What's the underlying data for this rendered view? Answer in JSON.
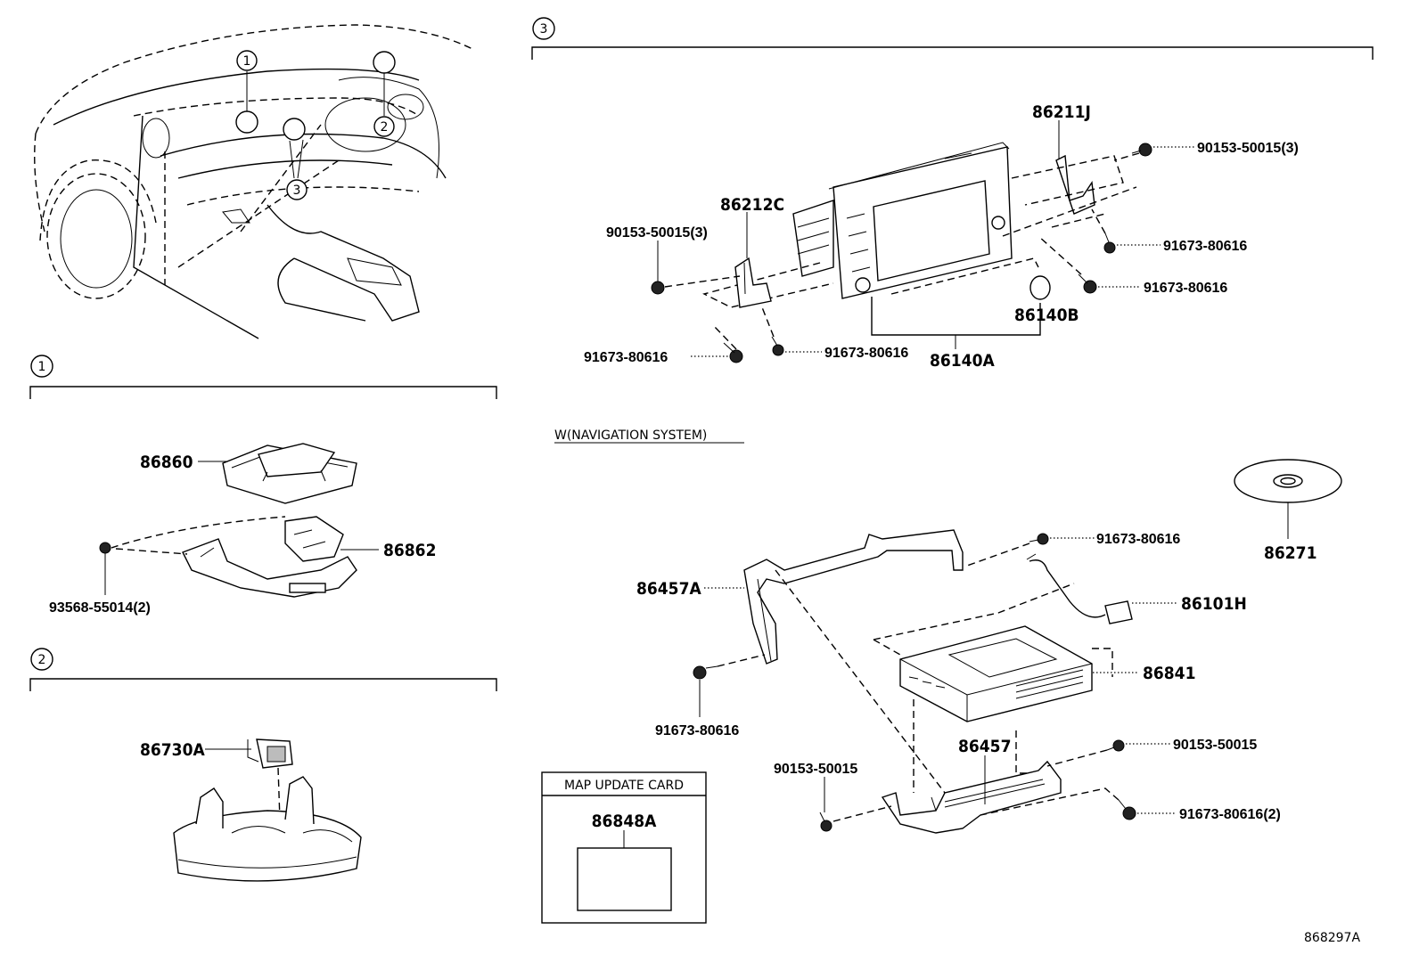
{
  "sections": {
    "s1": "1",
    "s2": "2",
    "s3": "3"
  },
  "overview_callouts": [
    "1",
    "2",
    "3"
  ],
  "parts": {
    "p86860": "86860",
    "p86862": "86862",
    "p93568": "93568-55014(2)",
    "p86730A": "86730A",
    "p86211J": "86211J",
    "p90153_3a": "90153-50015(3)",
    "p90153_3b": "90153-50015(3)",
    "p86212C": "86212C",
    "p91673_r1": "91673-80616",
    "p91673_r2": "91673-80616",
    "p91673_l1": "91673-80616",
    "p91673_l2": "91673-80616",
    "p86140B": "86140B",
    "p86140A": "86140A",
    "p86271": "86271",
    "p91673_n1": "91673-80616",
    "p86101H": "86101H",
    "p86457A": "86457A",
    "p86841": "86841",
    "p91673_n2": "91673-80616",
    "p86457": "86457",
    "p90153_n1": "90153-50015",
    "p90153_n2": "90153-50015",
    "p91673_n3": "91673-80616(2)",
    "p86848A": "86848A"
  },
  "nav_title": "W(NAVIGATION SYSTEM)",
  "map_card_title": "MAP UPDATE CARD",
  "diagram_code": "868297A"
}
